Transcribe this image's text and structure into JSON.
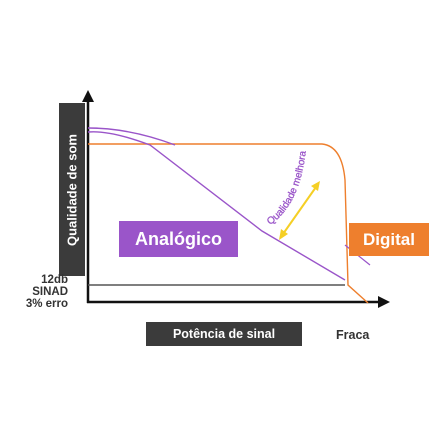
{
  "chart_data": {
    "type": "line",
    "ylabel": "Qualidade de som",
    "threshold_label": [
      "12db",
      "SINAD",
      "3% erro"
    ],
    "xlabel": "Potência de sinal",
    "x_end_label": "Fraca",
    "series": [
      {
        "name": "Analógico",
        "color": "#9a55c9"
      },
      {
        "name": "Digital",
        "color": "#ee7f2d"
      }
    ],
    "annotation": "Qualidade melhorada",
    "colors": {
      "analog": "#9a55c9",
      "digital": "#ee7f2d",
      "arrow": "#f5cf25",
      "axis": "#111111"
    }
  }
}
